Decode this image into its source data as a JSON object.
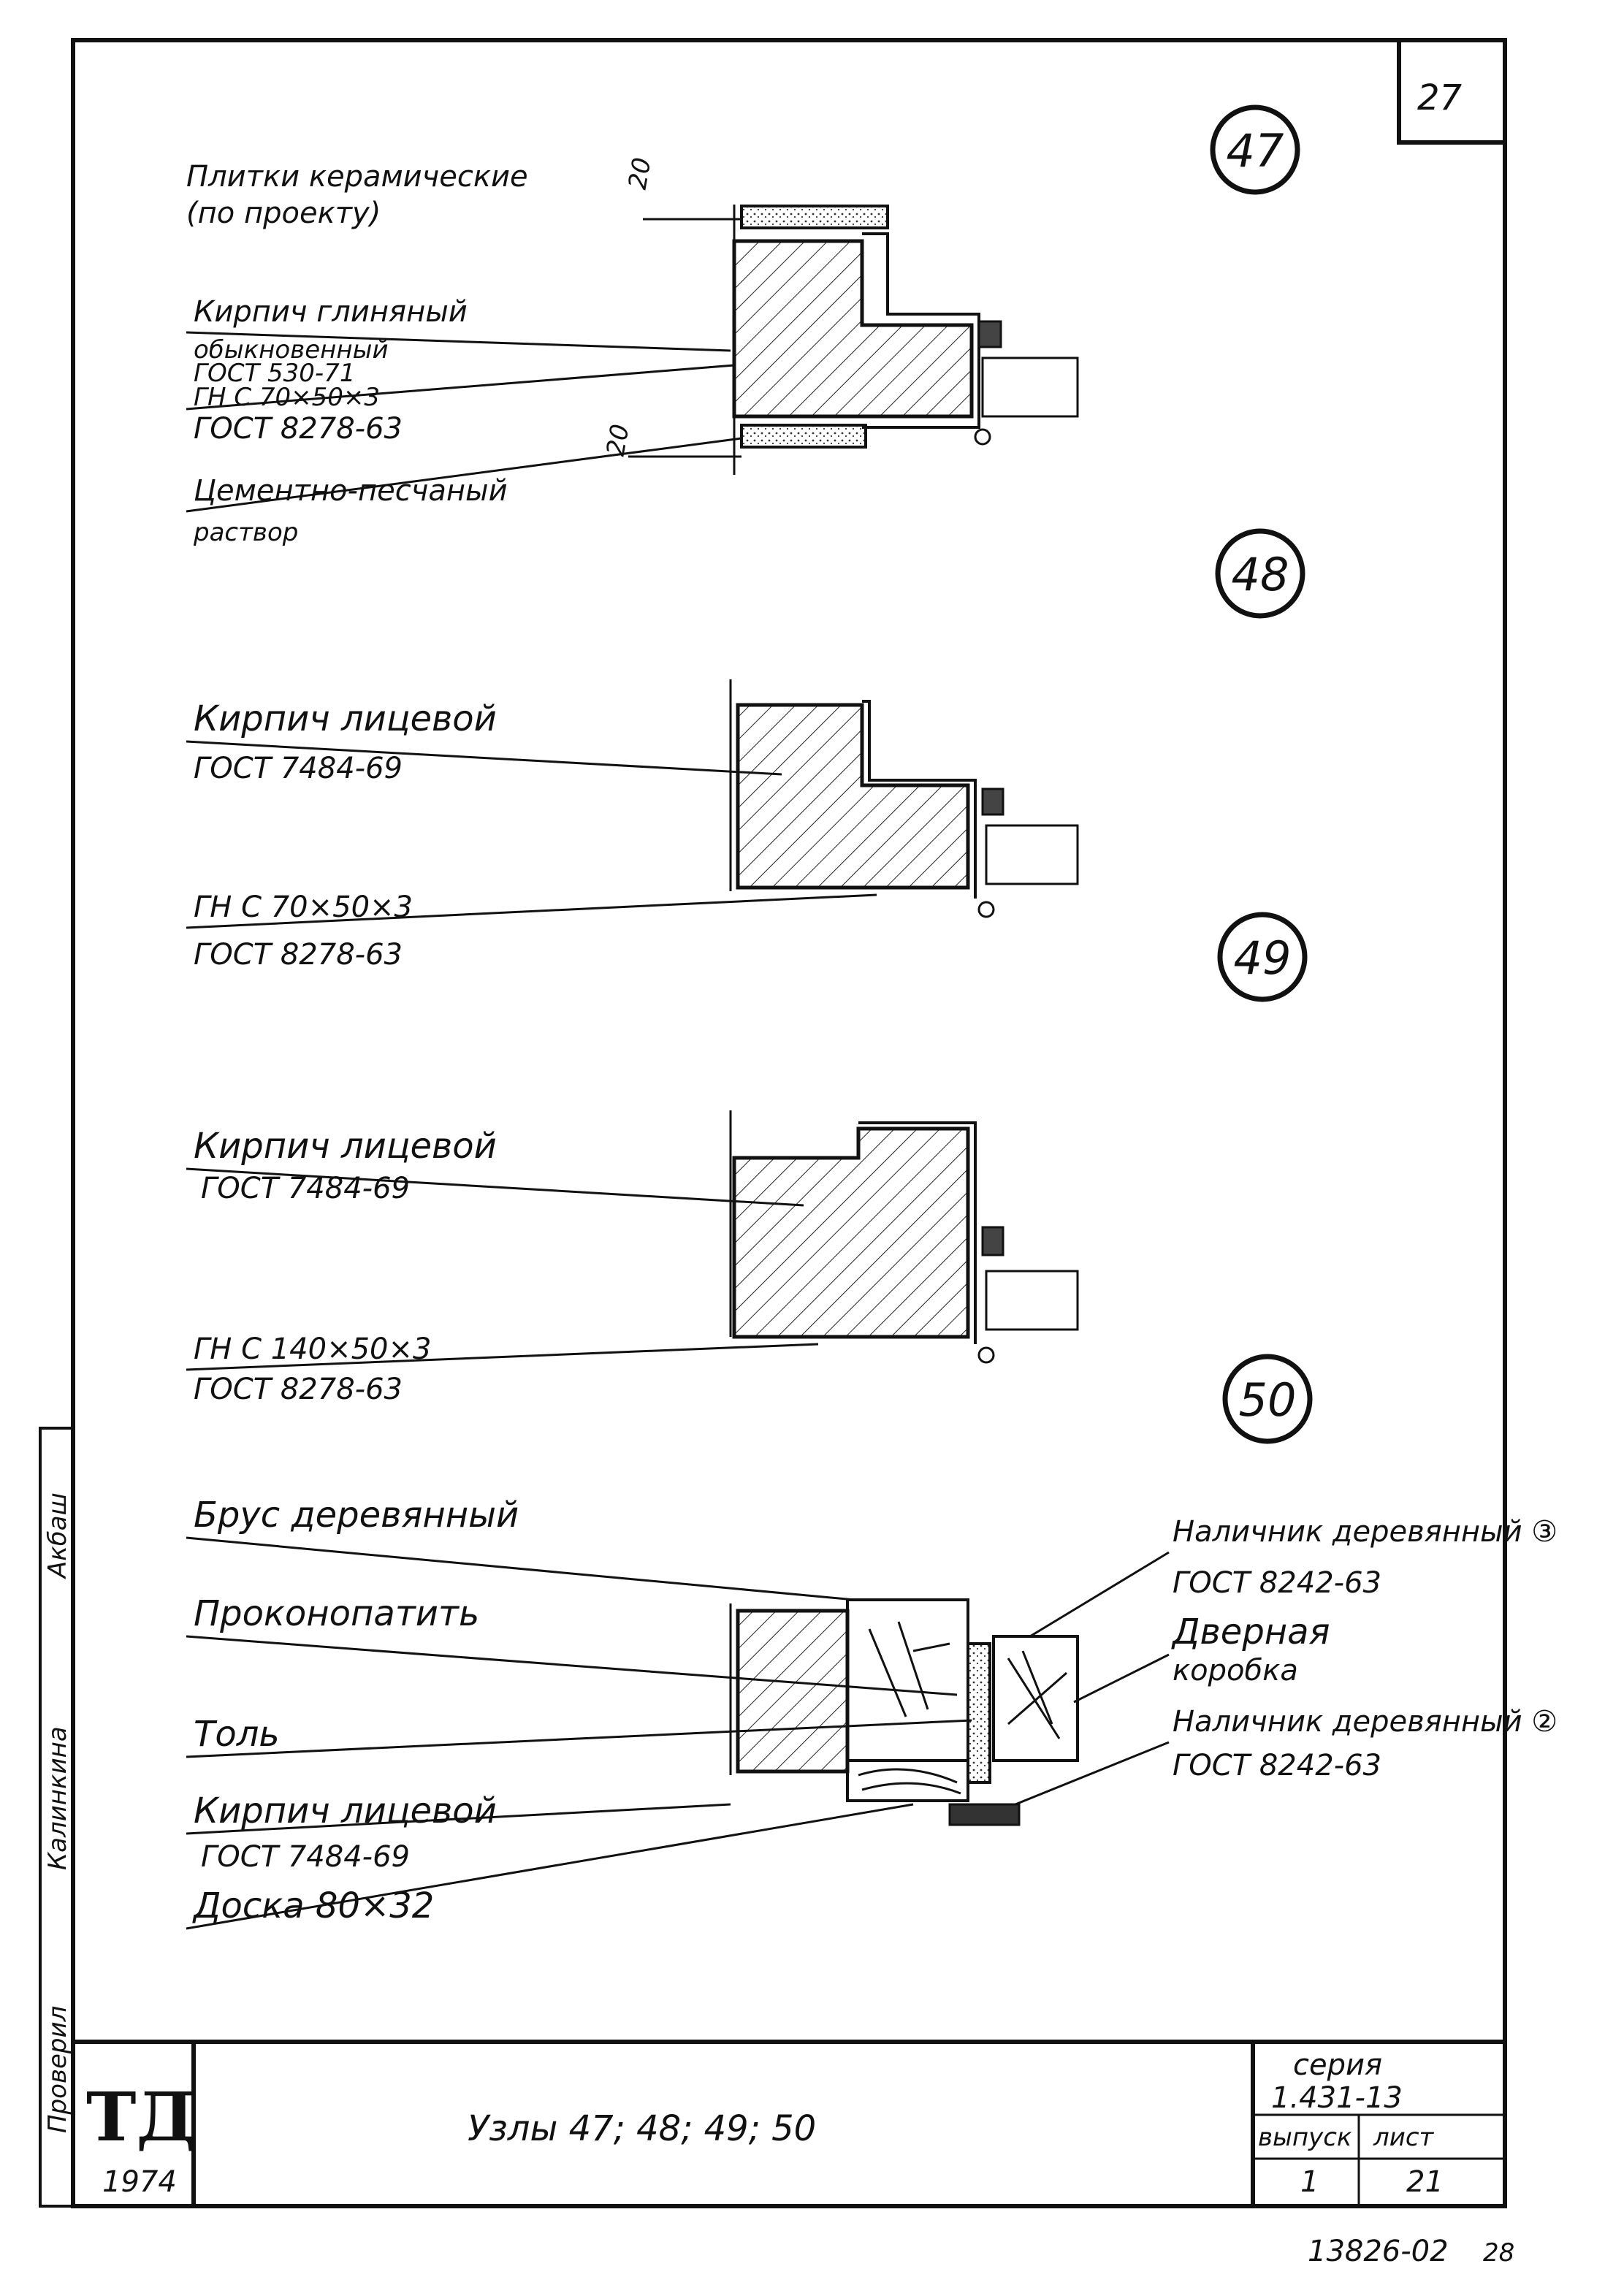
{
  "sheet": {
    "corner_number": "27",
    "bottom_code": "13826-02",
    "bottom_code_suffix": "28"
  },
  "nodes": [
    {
      "id": "47",
      "labels": [
        "Плитки керамические",
        "(по проекту)",
        "Кирпич глиняный",
        "обыкновенный",
        "ГОСТ 530-71",
        "ГН С 70×50×3",
        "ГОСТ 8278-63",
        "Цементно-песчаный",
        "раствор"
      ],
      "dims": [
        "20",
        "20"
      ]
    },
    {
      "id": "48",
      "labels": [
        "Кирпич лицевой",
        "ГОСТ 7484-69",
        "ГН С 70×50×3",
        "ГОСТ 8278-63"
      ]
    },
    {
      "id": "49",
      "labels": [
        "Кирпич лицевой",
        "ГОСТ 7484-69",
        "ГН С 140×50×3",
        "ГОСТ 8278-63"
      ]
    },
    {
      "id": "50",
      "labels": [
        "Брус деревянный",
        "Проконопатить",
        "Толь",
        "Кирпич лицевой",
        "ГОСТ 7484-69",
        "Доска 80×32"
      ],
      "right_labels": [
        "Наличник деревянный ③",
        "ГОСТ 8242-63",
        "Дверная",
        "коробка",
        "Наличник деревянный ②",
        "ГОСТ 8242-63"
      ]
    }
  ],
  "stamp_side": {
    "entries": [
      "Проверил",
      "Калинкина",
      "Акбаш"
    ]
  },
  "title_block": {
    "logo": "ТД",
    "year": "1974",
    "title": "Узлы 47; 48; 49; 50",
    "series_label": "серия",
    "series_value": "1.431-13",
    "issue_label": "выпуск",
    "issue_value": "1",
    "sheet_label": "лист",
    "sheet_value": "21"
  }
}
